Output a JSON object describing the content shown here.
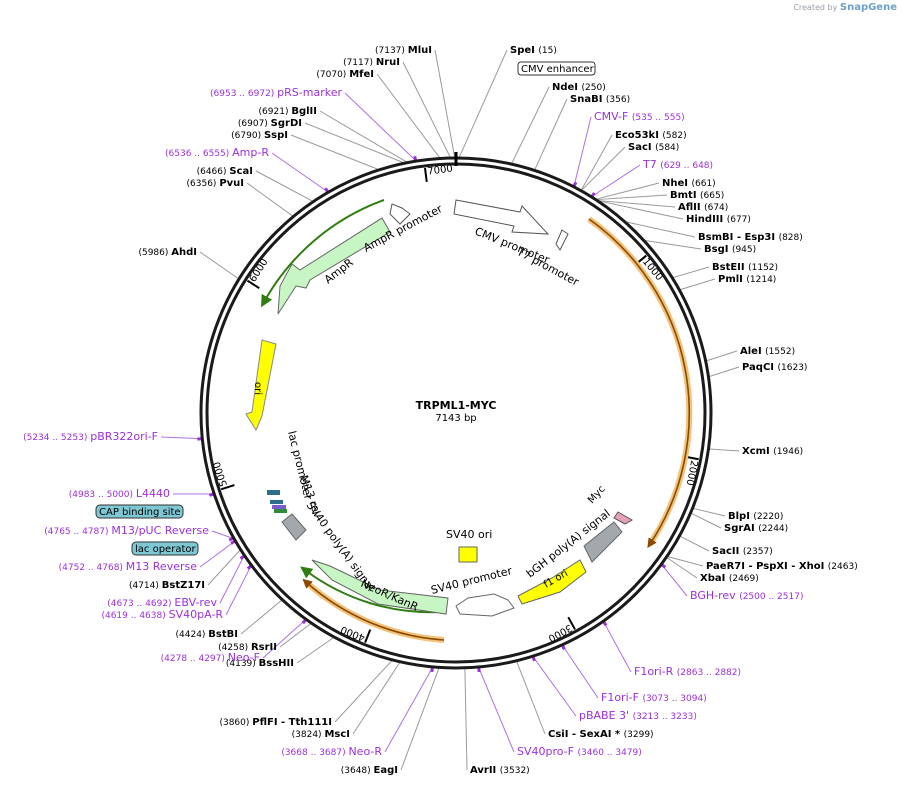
{
  "credit": {
    "prefix": "Created by",
    "brand": "SnapGene"
  },
  "plasmid": {
    "name": "TRPML1-MYC",
    "length_label": "7143 bp",
    "length": 7143
  },
  "ticks": [
    {
      "bp": 1000,
      "label": "1000"
    },
    {
      "bp": 2000,
      "label": "2000"
    },
    {
      "bp": 3000,
      "label": "3000"
    },
    {
      "bp": 4000,
      "label": "4000"
    },
    {
      "bp": 5000,
      "label": "5000"
    },
    {
      "bp": 6000,
      "label": "6000"
    },
    {
      "bp": 7000,
      "label": "7000"
    }
  ],
  "enzymes": [
    {
      "name": "SpeI",
      "pos": "(15)"
    },
    {
      "name": "NdeI",
      "pos": "(250)"
    },
    {
      "name": "SnaBI",
      "pos": "(356)"
    },
    {
      "name": "Eco53kI",
      "pos": "(582)"
    },
    {
      "name": "SacI",
      "pos": "(584)"
    },
    {
      "name": "NheI",
      "pos": "(661)"
    },
    {
      "name": "BmtI",
      "pos": "(665)"
    },
    {
      "name": "AflII",
      "pos": "(674)"
    },
    {
      "name": "HindIII",
      "pos": "(677)"
    },
    {
      "name": "BsmBI - Esp3I",
      "pos": "(828)"
    },
    {
      "name": "BsgI",
      "pos": "(945)"
    },
    {
      "name": "BstEII",
      "pos": "(1152)"
    },
    {
      "name": "PmlI",
      "pos": "(1214)"
    },
    {
      "name": "AleI",
      "pos": "(1552)"
    },
    {
      "name": "PaqCI",
      "pos": "(1623)"
    },
    {
      "name": "XcmI",
      "pos": "(1946)"
    },
    {
      "name": "BlpI",
      "pos": "(2220)"
    },
    {
      "name": "SgrAI",
      "pos": "(2244)"
    },
    {
      "name": "SacII",
      "pos": "(2357)"
    },
    {
      "name": "PaeR7I - PspXI - XhoI",
      "pos": "(2463)"
    },
    {
      "name": "XbaI",
      "pos": "(2469)"
    },
    {
      "name": "CsiI - SexAI *",
      "pos": "(3299)"
    },
    {
      "name": "AvrII",
      "pos": "(3532)"
    },
    {
      "name": "EagI",
      "pos": "(3648)"
    },
    {
      "name": "MscI",
      "pos": "(3824)"
    },
    {
      "name": "PflFI - Tth111I",
      "pos": "(3860)"
    },
    {
      "name": "BssHII",
      "pos": "(4139)"
    },
    {
      "name": "RsrII",
      "pos": "(4258)"
    },
    {
      "name": "BstBI",
      "pos": "(4424)"
    },
    {
      "name": "BstZ17I",
      "pos": "(4714)"
    },
    {
      "name": "AhdI",
      "pos": "(5986)"
    },
    {
      "name": "PvuI",
      "pos": "(6356)"
    },
    {
      "name": "ScaI",
      "pos": "(6466)"
    },
    {
      "name": "SspI",
      "pos": "(6790)"
    },
    {
      "name": "SgrDI",
      "pos": "(6907)"
    },
    {
      "name": "BglII",
      "pos": "(6921)"
    },
    {
      "name": "MfeI",
      "pos": "(7070)"
    },
    {
      "name": "NruI",
      "pos": "(7117)"
    },
    {
      "name": "MluI",
      "pos": "(7137)"
    }
  ],
  "primers": [
    {
      "name": "CMV-F",
      "pos": "(535 .. 555)"
    },
    {
      "name": "T7",
      "pos": "(629 .. 648)"
    },
    {
      "name": "BGH-rev",
      "pos": "(2500 .. 2517)"
    },
    {
      "name": "F1ori-R",
      "pos": "(2863 .. 2882)"
    },
    {
      "name": "F1ori-F",
      "pos": "(3073 .. 3094)"
    },
    {
      "name": "pBABE 3'",
      "pos": "(3213 .. 3233)"
    },
    {
      "name": "SV40pro-F",
      "pos": "(3460 .. 3479)"
    },
    {
      "name": "Neo-R",
      "pos": "(3668 .. 3687)"
    },
    {
      "name": "Neo-F",
      "pos": "(4278 .. 4297)"
    },
    {
      "name": "SV40pA-R",
      "pos": "(4619 .. 4638)"
    },
    {
      "name": "EBV-rev",
      "pos": "(4673 .. 4692)"
    },
    {
      "name": "M13 Reverse",
      "pos": "(4752 .. 4768)"
    },
    {
      "name": "M13/pUC Reverse",
      "pos": "(4765 .. 4787)"
    },
    {
      "name": "L4440",
      "pos": "(4983 .. 5000)"
    },
    {
      "name": "pBR322ori-F",
      "pos": "(5234 .. 5253)"
    },
    {
      "name": "Amp-R",
      "pos": "(6536 .. 6555)"
    },
    {
      "name": "pRS-marker",
      "pos": "(6953 .. 6972)"
    }
  ],
  "boxed_labels": {
    "cmv_enhancer": "CMV enhancer",
    "cap_site": "CAP binding site",
    "lac_operator": "lac operator"
  },
  "features": {
    "cmv_promoter": "CMV promoter",
    "t7_promoter": "T7 promoter",
    "myc": "Myc",
    "bgh": "bGH poly(A) signal",
    "f1_ori": "f1 ori",
    "sv40_promoter": "SV40 promoter",
    "sv40_ori": "SV40 ori",
    "neo": "NeoR/KanR",
    "sv40_polya": "SV40 poly(A) signal",
    "m13_rev": "M13 rev",
    "lac_promoter": "lac promoter",
    "ori": "ori",
    "ampr": "AmpR",
    "ampr_promoter": "AmpR promoter"
  },
  "colors": {
    "backbone": "#1a1a1a",
    "primer": "#9b30d9",
    "insert_arc": "#f3c27a",
    "ampr_fill": "#c8f5c4",
    "ori_fill": "#ffff00",
    "gray_feature": "#a3a8ac",
    "cap_box": "#7ec8d4"
  }
}
